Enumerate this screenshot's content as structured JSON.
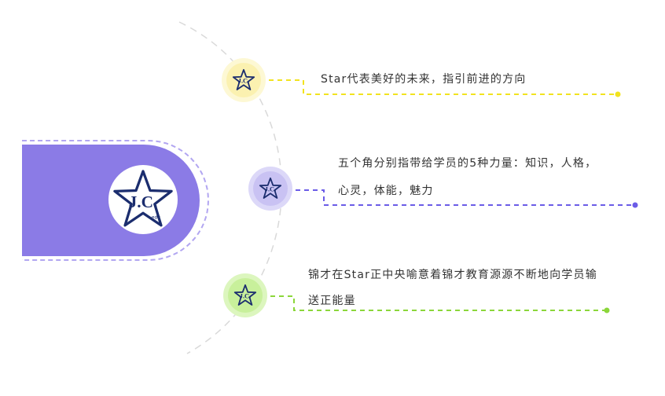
{
  "logo": {
    "name": "J.C. edu star logo"
  },
  "items": [
    {
      "lines": [
        "Star代表美好的未来，指引前进的方向"
      ],
      "color": "#f2e31f",
      "node_fill": "#fbf1b0",
      "node_ring": "#fdf8d4"
    },
    {
      "lines": [
        "五个角分别指带给学员的5种力量：知识，人格，",
        "心灵，体能，魅力"
      ],
      "color": "#6b5ce7",
      "node_fill": "#c9c2f3",
      "node_ring": "#dcd8f8"
    },
    {
      "lines": [
        "锦才在Star正中央喻意着锦才教育源源不断地向学员输",
        "送正能量"
      ],
      "color": "#8bd63a",
      "node_fill": "#c8f09b",
      "node_ring": "#dcf6be"
    }
  ],
  "colors": {
    "main_panel": "#8b7be6",
    "logo_navy": "#1b2d6e",
    "arc": "#d9d9d9"
  }
}
